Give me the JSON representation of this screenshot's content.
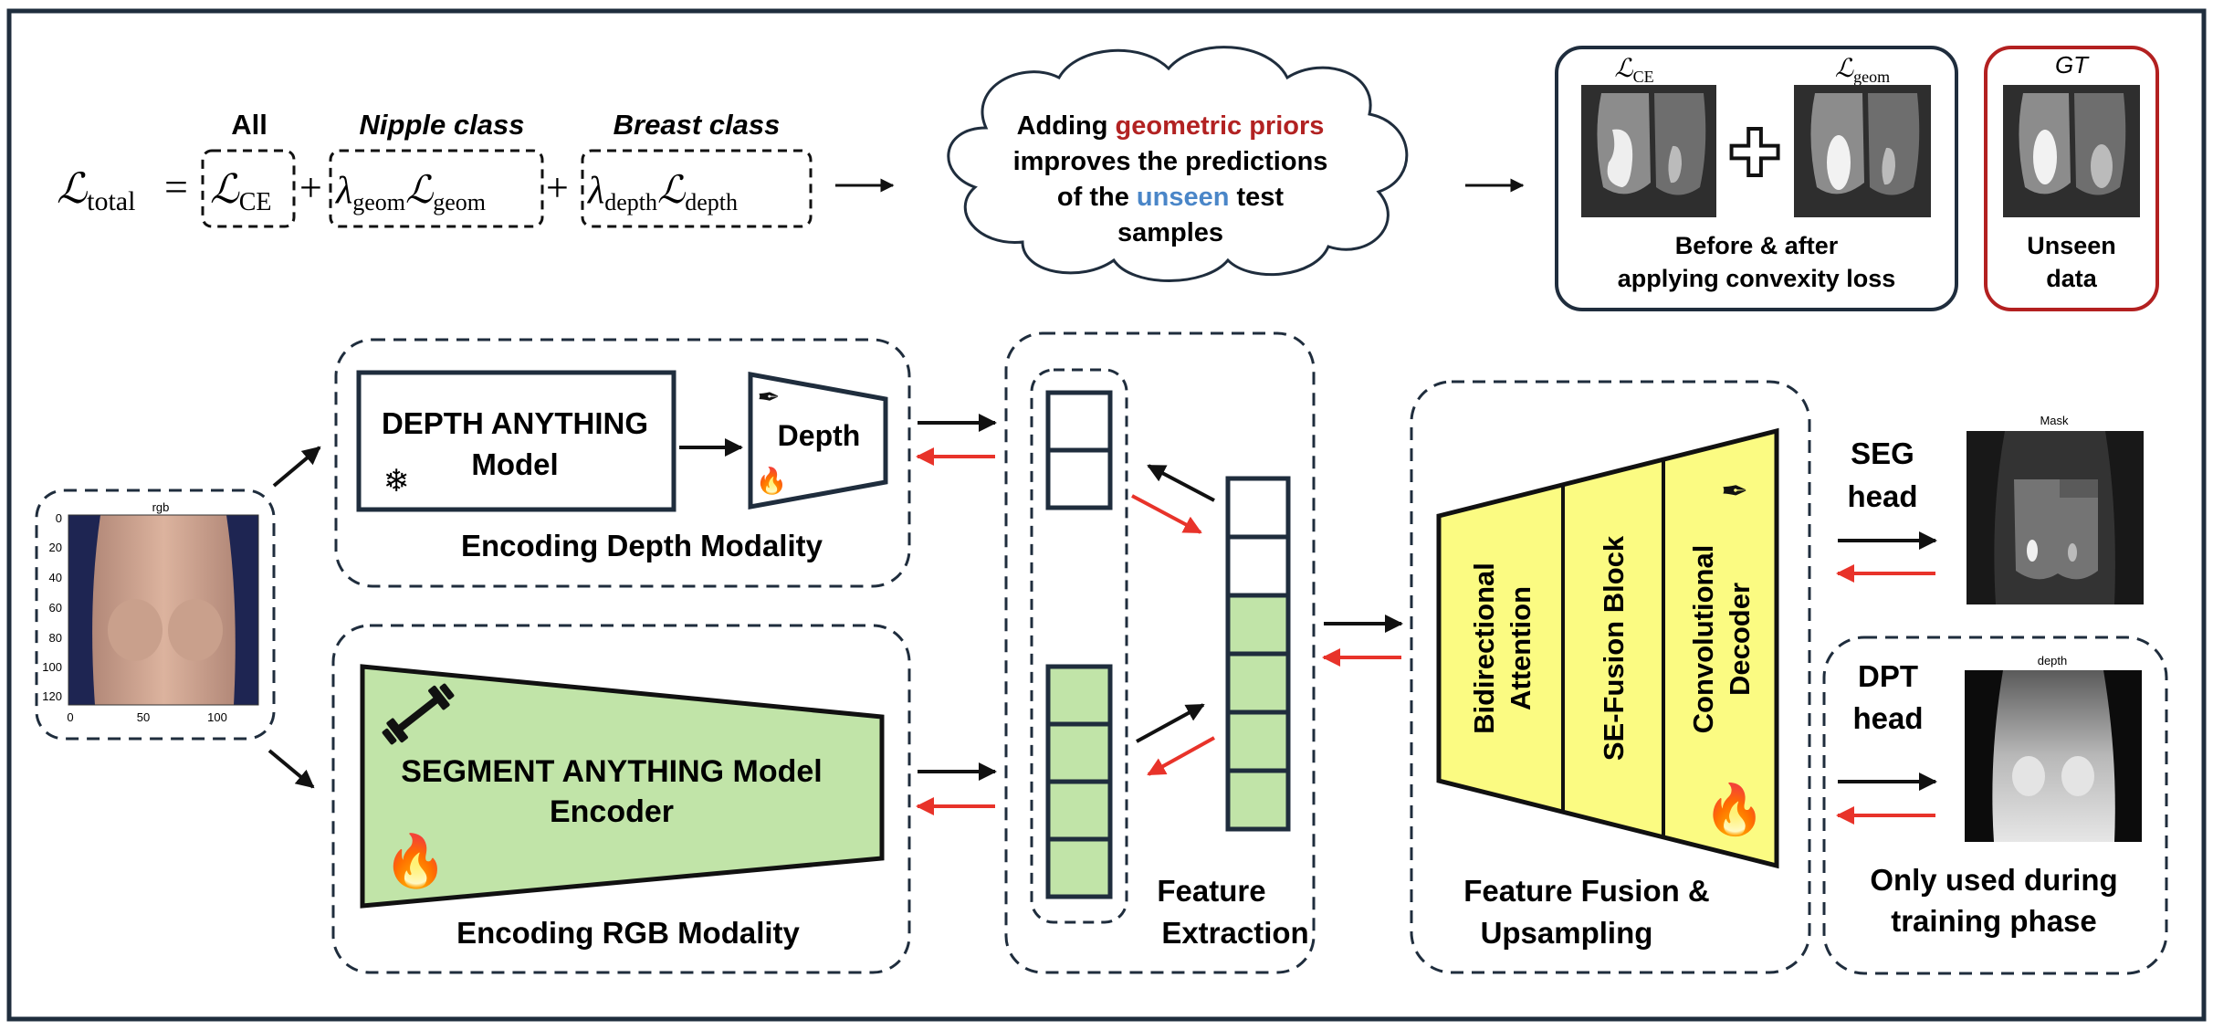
{
  "loss": {
    "lhs_symbol": "ℒ",
    "lhs_sub": "total",
    "equals": "=",
    "plus": "+",
    "terms": [
      {
        "header": "All",
        "lambda": "",
        "lambda_sub": "",
        "symbol": "ℒ",
        "sub": "CE"
      },
      {
        "header": "Nipple class",
        "lambda": "λ",
        "lambda_sub": "geom",
        "symbol": "ℒ",
        "sub": "geom"
      },
      {
        "header": "Breast class",
        "lambda": "λ",
        "lambda_sub": "depth",
        "symbol": "ℒ",
        "sub": "depth"
      }
    ]
  },
  "cloud": {
    "line1_a": "Adding ",
    "line1_b": "geometric priors",
    "line2": "improves the predictions",
    "line3_a": "of the ",
    "line3_b": "unseen",
    "line3_c": " test",
    "line4": "samples"
  },
  "comparison": {
    "ce_label_symbol": "ℒ",
    "ce_label_sub": "CE",
    "geom_label_symbol": "ℒ",
    "geom_label_sub": "geom",
    "caption_line1": "Before & after",
    "caption_line2": "applying convexity loss"
  },
  "gt": {
    "label": "GT",
    "caption_line1": "Unseen",
    "caption_line2": "data"
  },
  "input": {
    "title": "rgb",
    "y_ticks": [
      "0",
      "20",
      "40",
      "60",
      "80",
      "100",
      "120"
    ],
    "x_ticks": [
      "0",
      "50",
      "100"
    ]
  },
  "depth_branch": {
    "model_line1": "DEPTH ANYTHING",
    "model_line2": "Model",
    "head_label": "Depth",
    "caption": "Encoding Depth Modality"
  },
  "rgb_branch": {
    "model_line1": "SEGMENT ANYTHING Model",
    "model_line2": "Encoder",
    "caption": "Encoding RGB Modality"
  },
  "feature_extraction": {
    "caption_line1": "Feature",
    "caption_line2": "Extraction"
  },
  "fusion": {
    "block1_line1": "Bidirectional",
    "block1_line2": "Attention",
    "block2": "SE-Fusion Block",
    "block3_line1": "Convolutional",
    "block3_line2": "Decoder",
    "caption_line1": "Feature Fusion &",
    "caption_line2": "Upsampling"
  },
  "seg_head": {
    "line1": "SEG",
    "line2": "head",
    "image_title": "Mask"
  },
  "dpt_head": {
    "line1": "DPT",
    "line2": "head",
    "image_title": "depth",
    "caption_line1": "Only used during",
    "caption_line2": "training phase"
  },
  "colors": {
    "border": "#1f2d3d",
    "highlight_red": "#b22222",
    "highlight_blue": "#4a86c8",
    "green_fill": "#c1e4a8",
    "yellow_fill": "#fbfb82",
    "arrow_red": "#e8332a",
    "gt_border": "#b32020"
  }
}
